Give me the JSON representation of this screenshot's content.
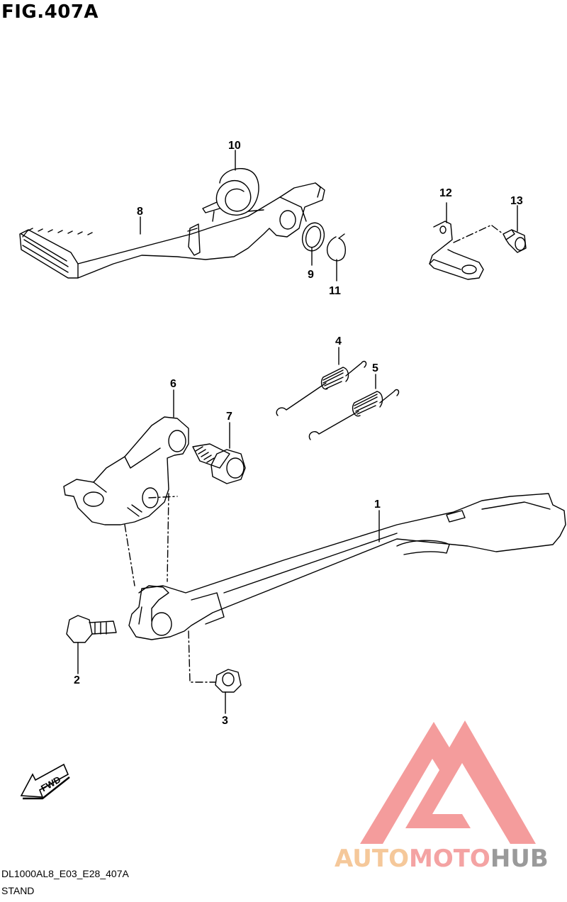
{
  "figure": {
    "title": "FIG.407A"
  },
  "parts": [
    {
      "no": "1"
    },
    {
      "no": "2"
    },
    {
      "no": "3"
    },
    {
      "no": "4"
    },
    {
      "no": "5"
    },
    {
      "no": "6"
    },
    {
      "no": "7"
    },
    {
      "no": "8"
    },
    {
      "no": "9"
    },
    {
      "no": "10"
    },
    {
      "no": "11"
    },
    {
      "no": "12"
    },
    {
      "no": "13"
    }
  ],
  "direction_marker": {
    "label": "FWD",
    "icon": "fwd-arrow-icon"
  },
  "watermark": {
    "logo": "automotohub-triangle-logo",
    "text_part1": "AUTO",
    "text_part2": "MOTO",
    "text_part3": "HUB",
    "colors": {
      "auto": "#f5c89a",
      "moto": "#f4a3a3",
      "hub": "#9a9a9a",
      "triangle": "#f28b8b"
    }
  },
  "footer": {
    "code": "DL1000AL8_E03_E28_407A",
    "name": "STAND"
  }
}
